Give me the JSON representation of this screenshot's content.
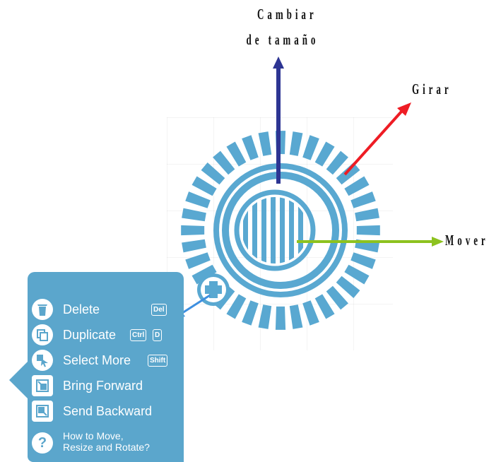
{
  "labels": {
    "resize_line1": "Cambiar",
    "resize_line2": "de tamaño",
    "rotate": "Girar",
    "move": "Mover"
  },
  "colors": {
    "resize_arrow": "#2d3593",
    "rotate_arrow": "#ee1c24",
    "move_arrow": "#8dc21f",
    "menu_arrow": "#3d8fe0",
    "widget": "#59a8d1",
    "menu_bg": "#5ba6cc"
  },
  "menu": {
    "items": [
      {
        "icon": "trash-icon",
        "label": "Delete",
        "keys": [
          "Del"
        ]
      },
      {
        "icon": "duplicate-icon",
        "label": "Duplicate",
        "keys": [
          "Ctrl",
          "D"
        ]
      },
      {
        "icon": "select-more-icon",
        "label": "Select More",
        "keys": [
          "Shift"
        ]
      },
      {
        "icon": "bring-forward-icon",
        "label": "Bring Forward",
        "keys": []
      },
      {
        "icon": "send-backward-icon",
        "label": "Send Backward",
        "keys": []
      },
      {
        "icon": "help-icon",
        "label_line1": "How to Move,",
        "label_line2": "Resize and Rotate?"
      }
    ]
  }
}
